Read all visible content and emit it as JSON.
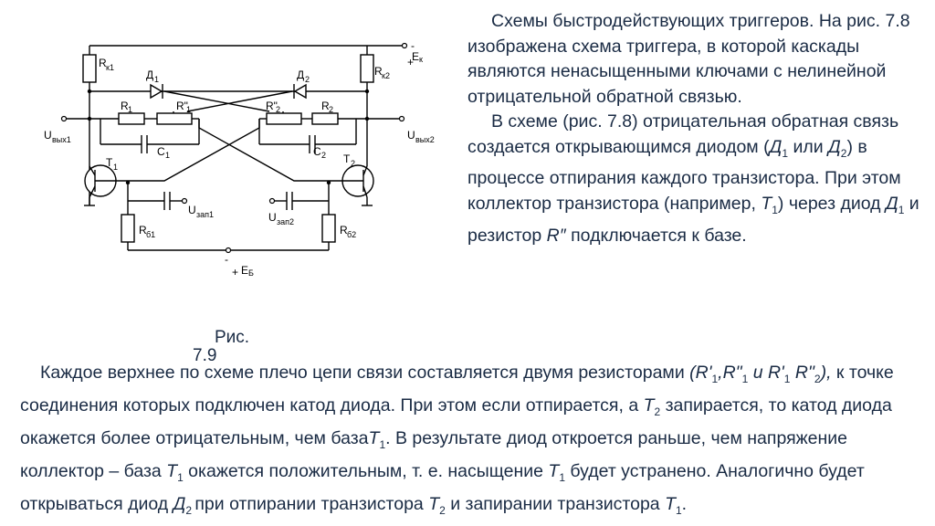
{
  "diagram": {
    "labels": {
      "rk1": "R",
      "rk1_sub": "к1",
      "rk2": "R",
      "rk2_sub": "к2",
      "d1": "Д",
      "d1_sub": "1",
      "d2": "Д",
      "d2_sub": "2",
      "r1": "R",
      "r1_sub": "1",
      "r1pp": "R\"",
      "r1pp_sub": "1",
      "r2pp": "R\"",
      "r2pp_sub": "2",
      "r2": "R",
      "r2_sub": "2",
      "c1": "C",
      "c1_sub": "1",
      "c2": "C",
      "c2_sub": "2",
      "uvyx1": "U",
      "uvyx1_sub": "вых1",
      "uvyx2": "U",
      "uvyx2_sub": "вых2",
      "t1": "T",
      "t1_sub": "1",
      "t2": "T",
      "t2_sub": "2",
      "uzap1": "U",
      "uzap1_sub": "зап1",
      "uzap2": "U",
      "uzap2_sub": "зап2",
      "rb1": "R",
      "rb1_sub": "б1",
      "rb2": "R",
      "rb2_sub": "б2",
      "ek": "E",
      "ek_sub": "к",
      "minus_top": "-",
      "plus_top": "+",
      "eb": "Б",
      "eb_prefix": "E",
      "minus_bot": "-",
      "plus_bot": "+"
    }
  },
  "caption": {
    "line1": "Рис.",
    "line2": "7.9"
  },
  "right_text": {
    "p1": "Схемы быстродействующих триггеров. На рис. 7.8 изображена схема триггера, в которой каскады являются ненасыщенными ключами с нелинейной отрицательной обратной связью.",
    "p2_a": "В схеме (рис. 7.8) отрицательная обратная связь создается открывающимся диодом (",
    "p2_d1": "Д",
    "p2_d1_sub": "1",
    "p2_b": " или ",
    "p2_d2": "Д",
    "p2_d2_sub": "2",
    "p2_c": ") в процессе отпирания каждого транзистора. При этом коллектор транзистора (например, ",
    "p2_t1": "T",
    "p2_t1_sub": "1",
    "p2_d": ") через диод ",
    "p2_d1b": "Д",
    "p2_d1b_sub": "1",
    "p2_e": " и резистор ",
    "p2_r": "R″",
    "p2_f": " подключается к базе."
  },
  "bottom_text": {
    "a": "Каждое верхнее по схеме плечо цепи связи составляется двумя резисторами ",
    "b": "(R'",
    "b_sub": "1",
    "c": ",R\"",
    "c_sub": "1",
    "d": " и R'",
    "d_sub": "1",
    "e": " R\"",
    "e_sub": "2",
    "f": "),",
    "g": " к точке соединения которых подключен катод диода. При этом если отпирается, а ",
    "h": "T",
    "h_sub": "2",
    "i": " запирается, то катод диода окажется более отрицательным, чем база",
    "j": "T",
    "j_sub": "1",
    "k": ". В результате диод откроется раньше, чем напряжение коллектор – база ",
    "l": "T",
    "l_sub": "1",
    "m": " окажется положительным, т. е. насыщение ",
    "n": "T",
    "n_sub": "1",
    "o": " будет устранено. Аналогично будет открываться диод ",
    "p": "Д",
    "p_sub": "2 ",
    "q": "при отпирании транзистора ",
    "r": "T",
    "r_sub": "2",
    "s": " и запирании транзистора ",
    "t": "T",
    "t_sub": "1",
    "u": "."
  }
}
